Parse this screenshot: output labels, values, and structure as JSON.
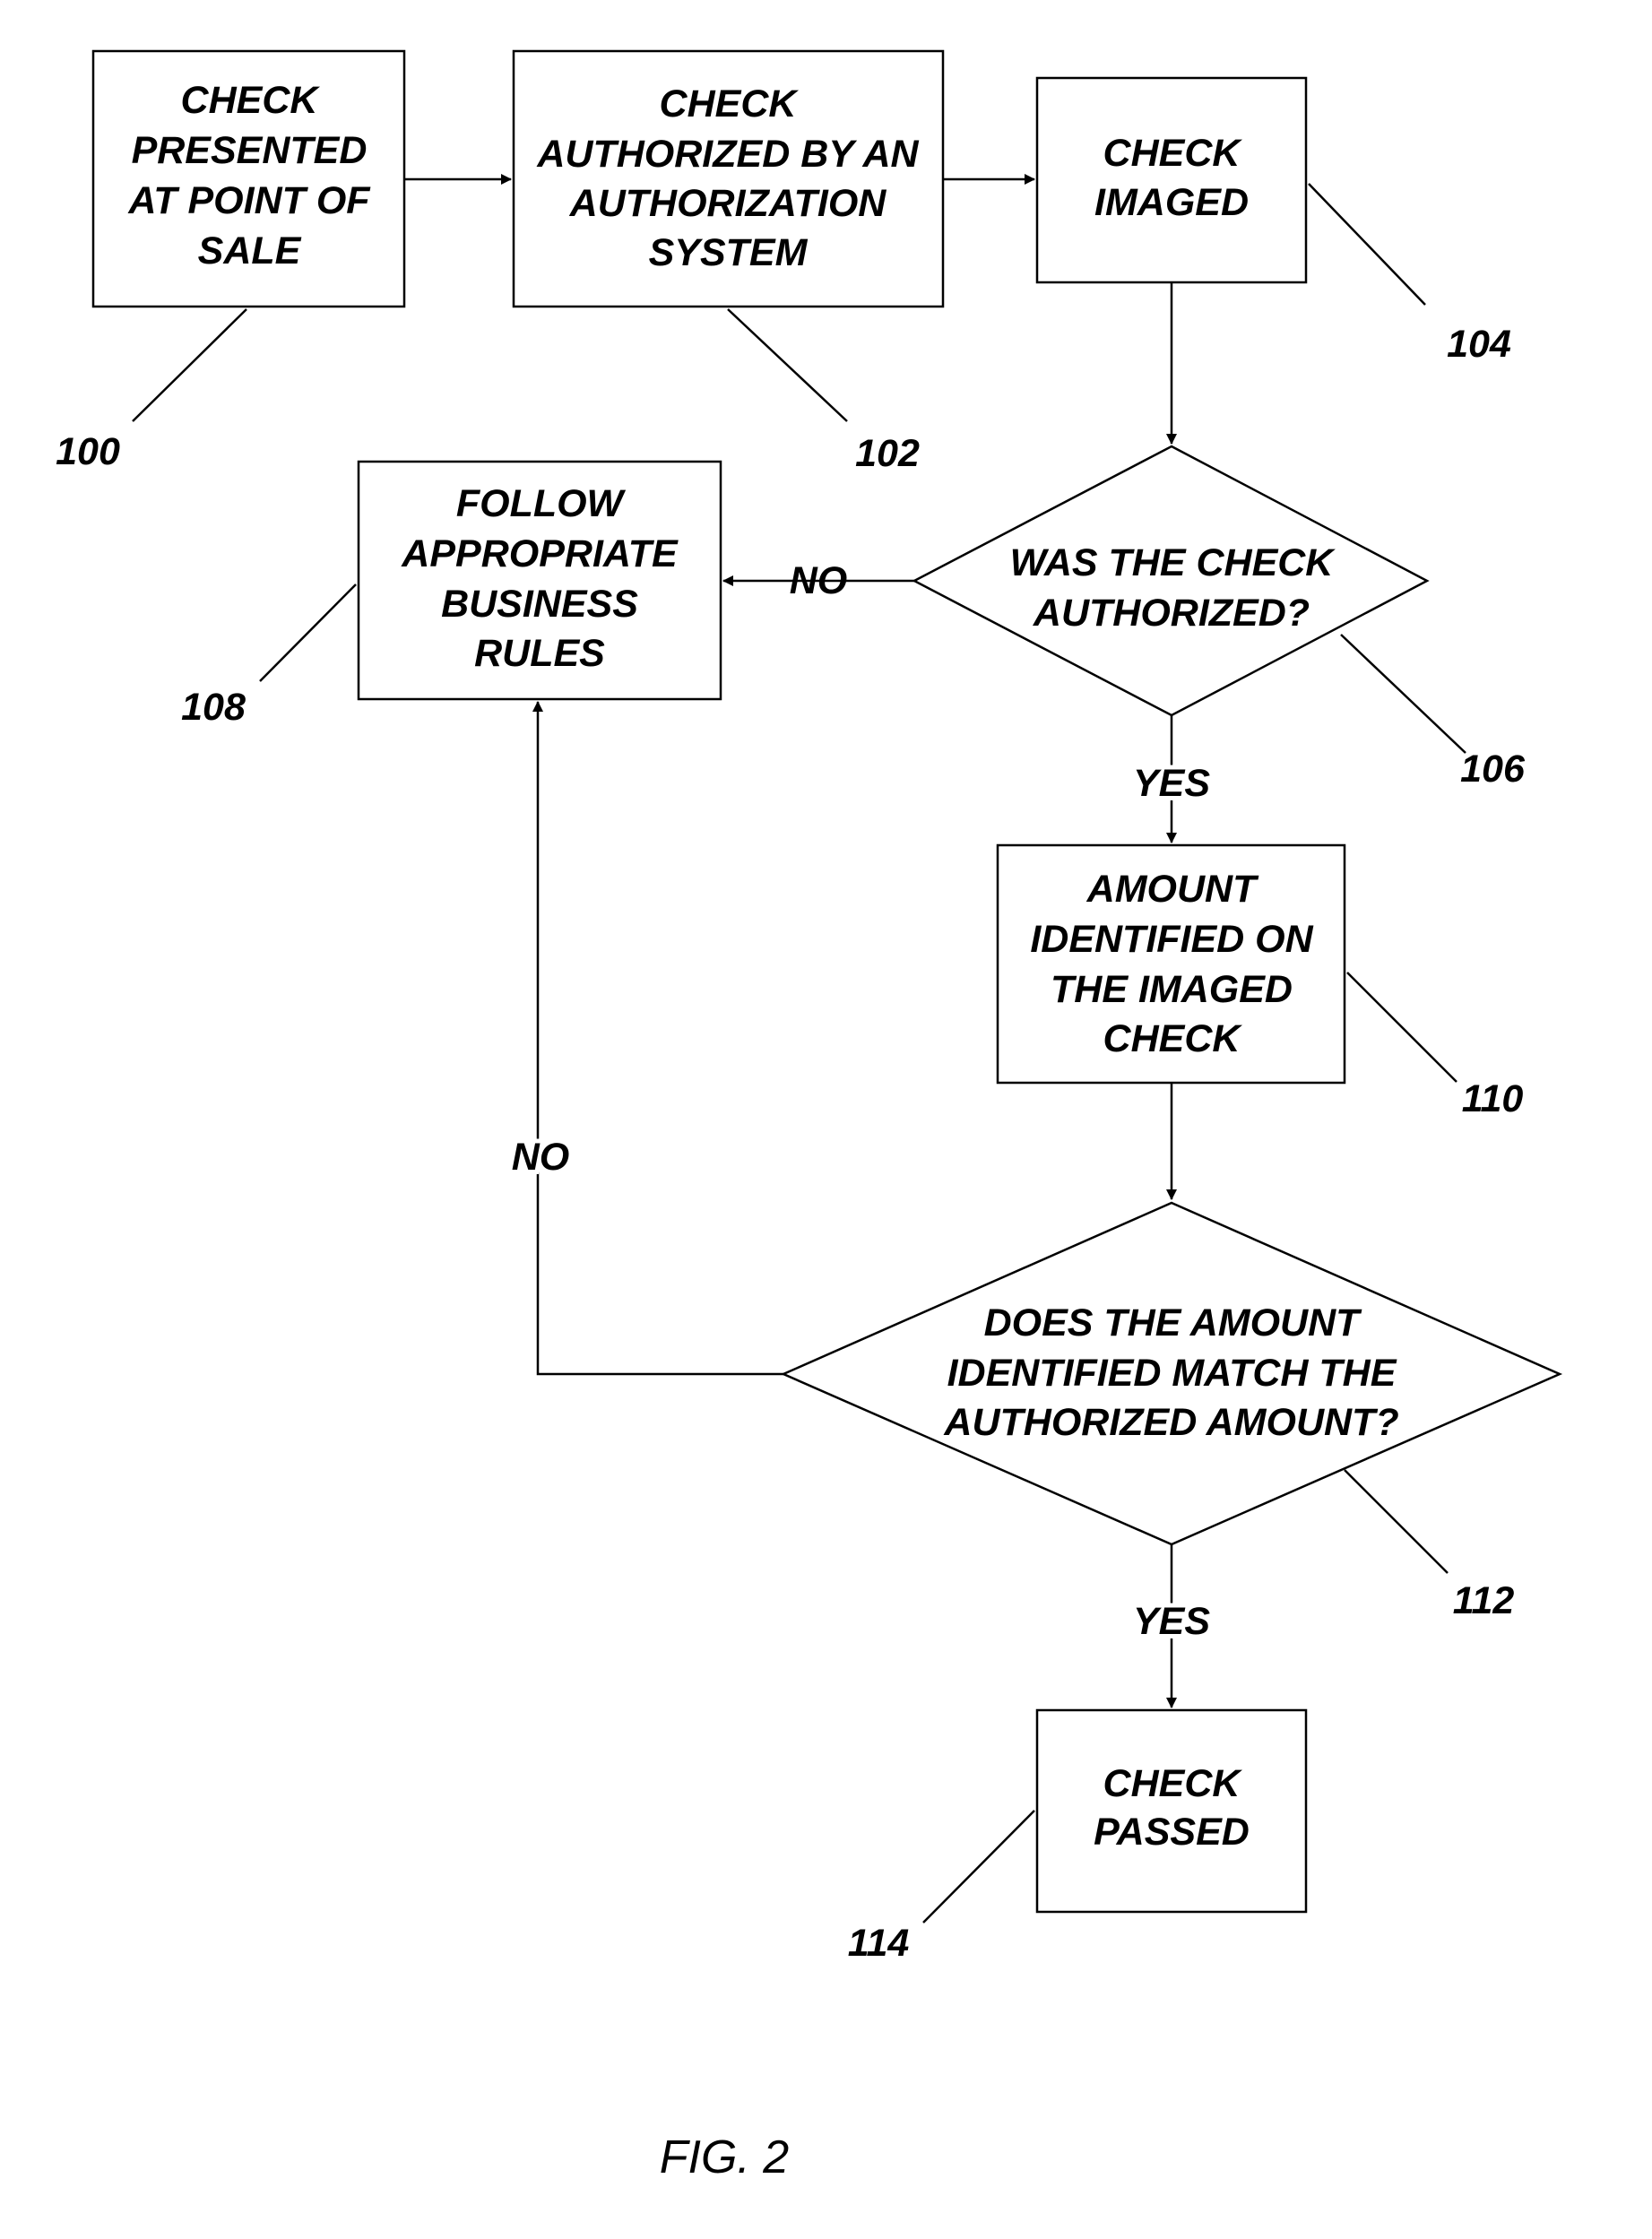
{
  "figure_label": "FIG. 2",
  "nodes": {
    "n100": {
      "lines": [
        "CHECK",
        "PRESENTED",
        "AT POINT OF",
        "SALE"
      ],
      "ref": "100"
    },
    "n102": {
      "lines": [
        "CHECK",
        "AUTHORIZED BY AN",
        "AUTHORIZATION",
        "SYSTEM"
      ],
      "ref": "102"
    },
    "n104": {
      "lines": [
        "CHECK",
        "IMAGED"
      ],
      "ref": "104"
    },
    "n106": {
      "lines": [
        "WAS THE CHECK",
        "AUTHORIZED?"
      ],
      "ref": "106"
    },
    "n108": {
      "lines": [
        "FOLLOW",
        "APPROPRIATE",
        "BUSINESS",
        "RULES"
      ],
      "ref": "108"
    },
    "n110": {
      "lines": [
        "AMOUNT",
        "IDENTIFIED ON",
        "THE IMAGED",
        "CHECK"
      ],
      "ref": "110"
    },
    "n112": {
      "lines": [
        "DOES THE AMOUNT",
        "IDENTIFIED MATCH THE",
        "AUTHORIZED AMOUNT?"
      ],
      "ref": "112"
    },
    "n114": {
      "lines": [
        "CHECK",
        "PASSED"
      ],
      "ref": "114"
    }
  },
  "edge_labels": {
    "no_106": "NO",
    "yes_106": "YES",
    "no_112": "NO",
    "yes_112": "YES"
  }
}
